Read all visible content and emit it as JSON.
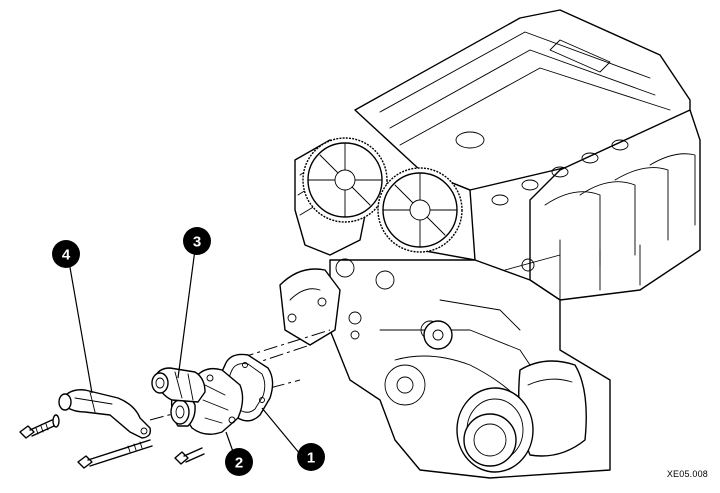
{
  "callouts": [
    {
      "number": "1",
      "part": "water-pump-gasket"
    },
    {
      "number": "2",
      "part": "water-pump"
    },
    {
      "number": "3",
      "part": "thermostat-housing"
    },
    {
      "number": "4",
      "part": "pipe-bracket"
    }
  ],
  "reference_code": "XE05.008"
}
